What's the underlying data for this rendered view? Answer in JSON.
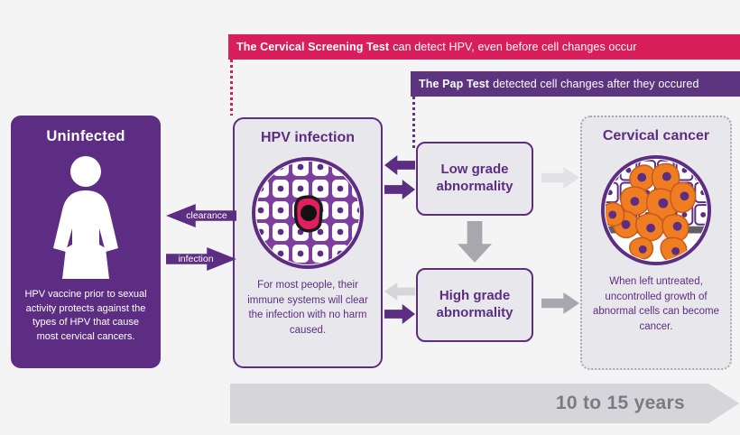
{
  "colors": {
    "background": "#f4f4f5",
    "purple": "#5c2d82",
    "purple_dark": "#5c3480",
    "crimson": "#d81e5b",
    "card_fill": "#e8e8ec",
    "gray_arrow": "#a7a7ad",
    "gray_light": "#e2e2e6",
    "orange_cell": "#ef7d22",
    "timeline_gray": "#d5d5da",
    "timeline_text": "#7b7b83"
  },
  "banners": {
    "screening": {
      "lead": "The Cervical Screening Test",
      "rest": "can detect HPV, even before cell changes occur"
    },
    "pap": {
      "lead": "The Pap Test",
      "rest": "detected cell changes after they occured"
    }
  },
  "cards": {
    "uninfected": {
      "title": "Uninfected",
      "body": "HPV vaccine prior to sexual activity protects against the types of HPV that cause most cervical cancers."
    },
    "hpv": {
      "title": "HPV infection",
      "body": "For most people, their immune systems will clear the infection with no harm caused."
    },
    "cancer": {
      "title": "Cervical cancer",
      "body": "When left untreated, uncontrolled growth of abnormal cells can become cancer."
    }
  },
  "grade_boxes": {
    "low": "Low grade abnormality",
    "high": "High grade abnormality"
  },
  "arrow_labels": {
    "clearance": "clearance",
    "infection": "infection"
  },
  "timeline": {
    "label": "10 to 15 years"
  }
}
